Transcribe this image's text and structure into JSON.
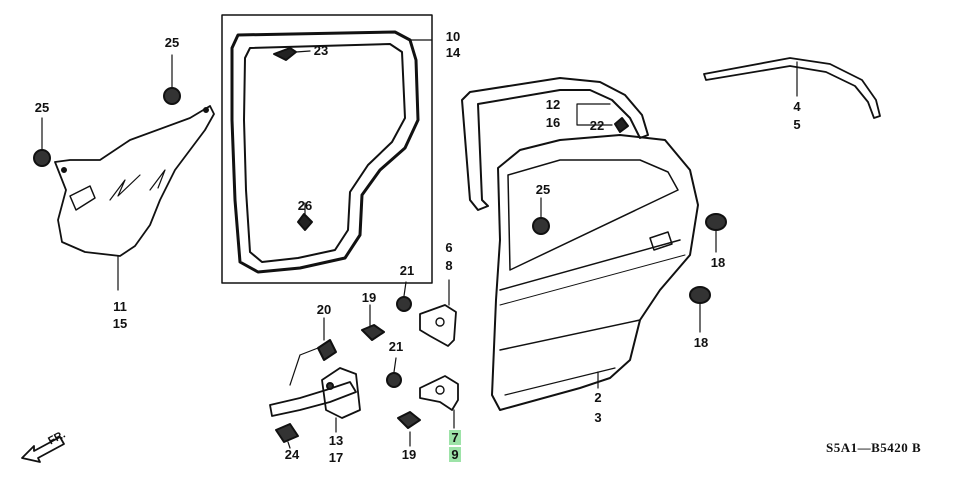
{
  "diagram_code": "S5A1—B5420 B",
  "direction_label": "FR.",
  "callouts": [
    {
      "id": "c25a",
      "text": "25"
    },
    {
      "id": "c25b",
      "text": "25"
    },
    {
      "id": "c25c",
      "text": "25"
    },
    {
      "id": "c23",
      "text": "23"
    },
    {
      "id": "c26",
      "text": "26"
    },
    {
      "id": "c10",
      "text": "10"
    },
    {
      "id": "c14",
      "text": "14"
    },
    {
      "id": "c11",
      "text": "11"
    },
    {
      "id": "c15",
      "text": "15"
    },
    {
      "id": "c12",
      "text": "12"
    },
    {
      "id": "c16",
      "text": "16"
    },
    {
      "id": "c22",
      "text": "22"
    },
    {
      "id": "c4",
      "text": "4"
    },
    {
      "id": "c5",
      "text": "5"
    },
    {
      "id": "c6",
      "text": "6"
    },
    {
      "id": "c8",
      "text": "8"
    },
    {
      "id": "c21a",
      "text": "21"
    },
    {
      "id": "c21b",
      "text": "21"
    },
    {
      "id": "c19a",
      "text": "19"
    },
    {
      "id": "c19b",
      "text": "19"
    },
    {
      "id": "c20",
      "text": "20"
    },
    {
      "id": "c13",
      "text": "13"
    },
    {
      "id": "c17",
      "text": "17"
    },
    {
      "id": "c24",
      "text": "24"
    },
    {
      "id": "c7",
      "text": "7"
    },
    {
      "id": "c9",
      "text": "9"
    },
    {
      "id": "c2",
      "text": "2"
    },
    {
      "id": "c3",
      "text": "3"
    },
    {
      "id": "c18a",
      "text": "18"
    },
    {
      "id": "c18b",
      "text": "18"
    }
  ]
}
